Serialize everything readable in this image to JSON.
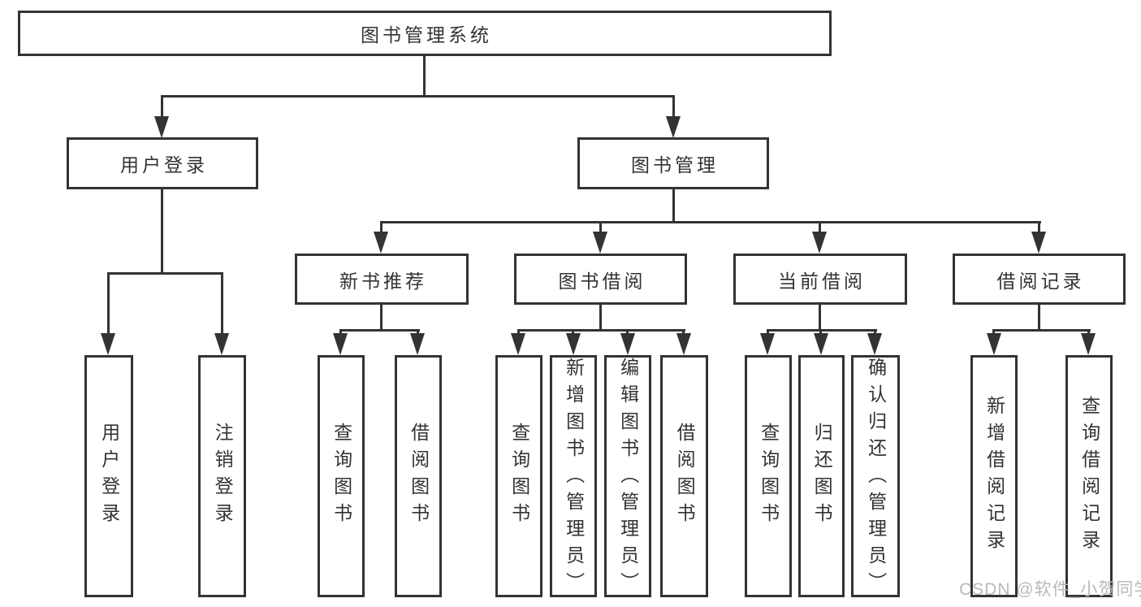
{
  "diagram": {
    "title": "图书管理系统",
    "level2": {
      "user_login": "用户登录",
      "book_management": "图书管理"
    },
    "level3": {
      "new_book_recommend": "新书推荐",
      "book_borrow": "图书借阅",
      "current_borrow": "当前借阅",
      "borrow_records": "借阅记录"
    },
    "leaves": {
      "user_login": "用户登录",
      "logout": "注销登录",
      "nb_query_book": "查询图书",
      "nb_borrow_book": "借阅图书",
      "bb_query_book": "查询图书",
      "bb_add_book": "新增图书（管理员）",
      "bb_edit_book": "编辑图书（管理员）",
      "bb_borrow_book": "借阅图书",
      "cb_query_book": "查询图书",
      "cb_return_book": "归还图书",
      "cb_confirm_return": "确认归还（管理员）",
      "br_add_record": "新增借阅记录",
      "br_query_record": "查询借阅记录"
    }
  },
  "watermark": {
    "text": "CSDN @软件_小贺同学"
  },
  "colors": {
    "line": "#333333",
    "text": "#333333",
    "watermark": "#b9b9b9",
    "background": "#ffffff"
  }
}
